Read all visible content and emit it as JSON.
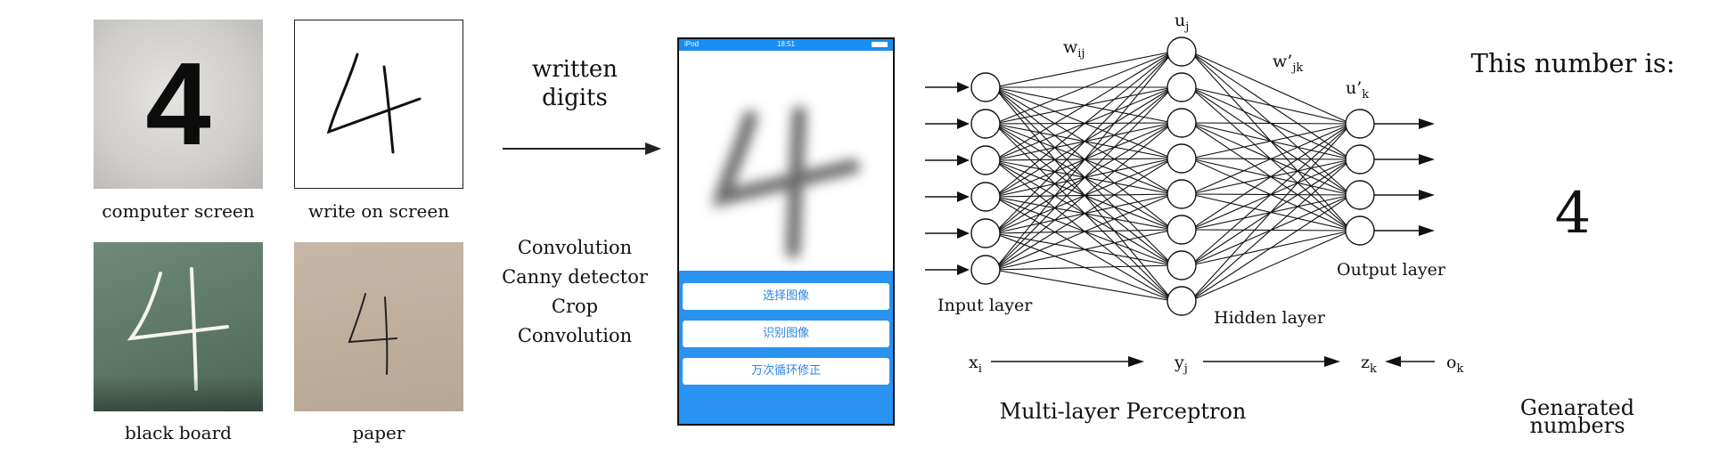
{
  "inputs": {
    "photos": [
      {
        "label": "computer screen"
      },
      {
        "label": "write on screen"
      },
      {
        "label": "black board"
      },
      {
        "label": "paper"
      }
    ],
    "digit": "4"
  },
  "middle": {
    "heading_line1": "written",
    "heading_line2": "digits",
    "steps": [
      "Convolution",
      "Canny detector",
      "Crop",
      "Convolution"
    ]
  },
  "phone": {
    "carrier": "iPod",
    "time": "18:51",
    "buttons": [
      "选择图像",
      "识别图像",
      "万次循环修正"
    ]
  },
  "network": {
    "title": "Multi-layer Perceptron",
    "input_layer_label": "Input layer",
    "hidden_layer_label": "Hidden layer",
    "output_layer_label": "Output layer",
    "input_nodes": 6,
    "hidden_nodes": 8,
    "output_nodes": 4,
    "weight_ij": {
      "base": "w",
      "sub": "ij"
    },
    "weight_jk": {
      "base": "w’",
      "sub": "jk"
    },
    "hidden_unit": {
      "base": "u",
      "sub": "j"
    },
    "output_unit": {
      "base": "u’",
      "sub": "k"
    },
    "flow": [
      {
        "base": "x",
        "sub": "i"
      },
      {
        "base": "y",
        "sub": "j"
      },
      {
        "base": "z",
        "sub": "k"
      },
      {
        "base": "o",
        "sub": "k"
      }
    ]
  },
  "result": {
    "heading": "This number is:",
    "digit": "4",
    "footer_line1": "Genarated",
    "footer_line2": "numbers"
  }
}
